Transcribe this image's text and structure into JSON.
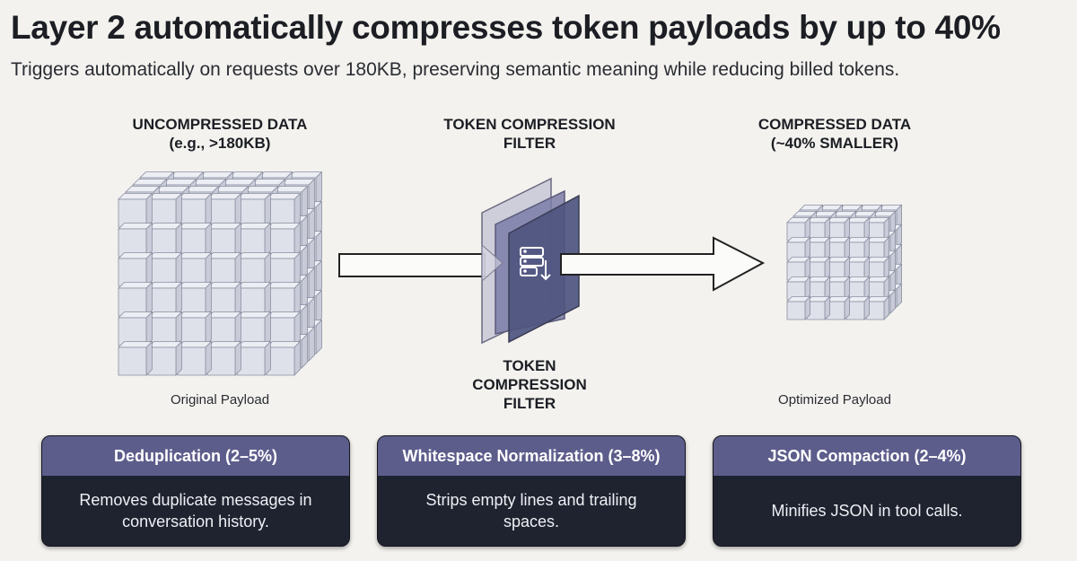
{
  "title": "Layer 2 automatically compresses token payloads by up to 40%",
  "subtitle": "Triggers automatically on requests over 180KB, preserving semantic meaning while reducing billed tokens.",
  "stages": {
    "uncompressed": {
      "label_line1": "UNCOMPRESSED DATA",
      "label_line2": "(e.g., >180KB)",
      "caption": "Original Payload"
    },
    "filter": {
      "label_top_line1": "TOKEN COMPRESSION",
      "label_top_line2": "FILTER",
      "label_bottom_line1": "TOKEN",
      "label_bottom_line2": "COMPRESSION",
      "label_bottom_line3": "FILTER",
      "icon": "server-download-icon"
    },
    "compressed": {
      "label_line1": "COMPRESSED DATA",
      "label_line2": "(~40% SMALLER)",
      "caption": "Optimized Payload"
    }
  },
  "cards": [
    {
      "title": "Deduplication (2–5%)",
      "body": "Removes duplicate messages in conversation history."
    },
    {
      "title": "Whitespace Normalization (3–8%)",
      "body": "Strips empty lines and trailing spaces."
    },
    {
      "title": "JSON Compaction (2–4%)",
      "body": "Minifies JSON in tool calls."
    }
  ],
  "colors": {
    "background": "#f3f2ee",
    "card_header": "#5d5d8c",
    "card_body": "#1f2330",
    "filter_panel": "#4f5580"
  }
}
